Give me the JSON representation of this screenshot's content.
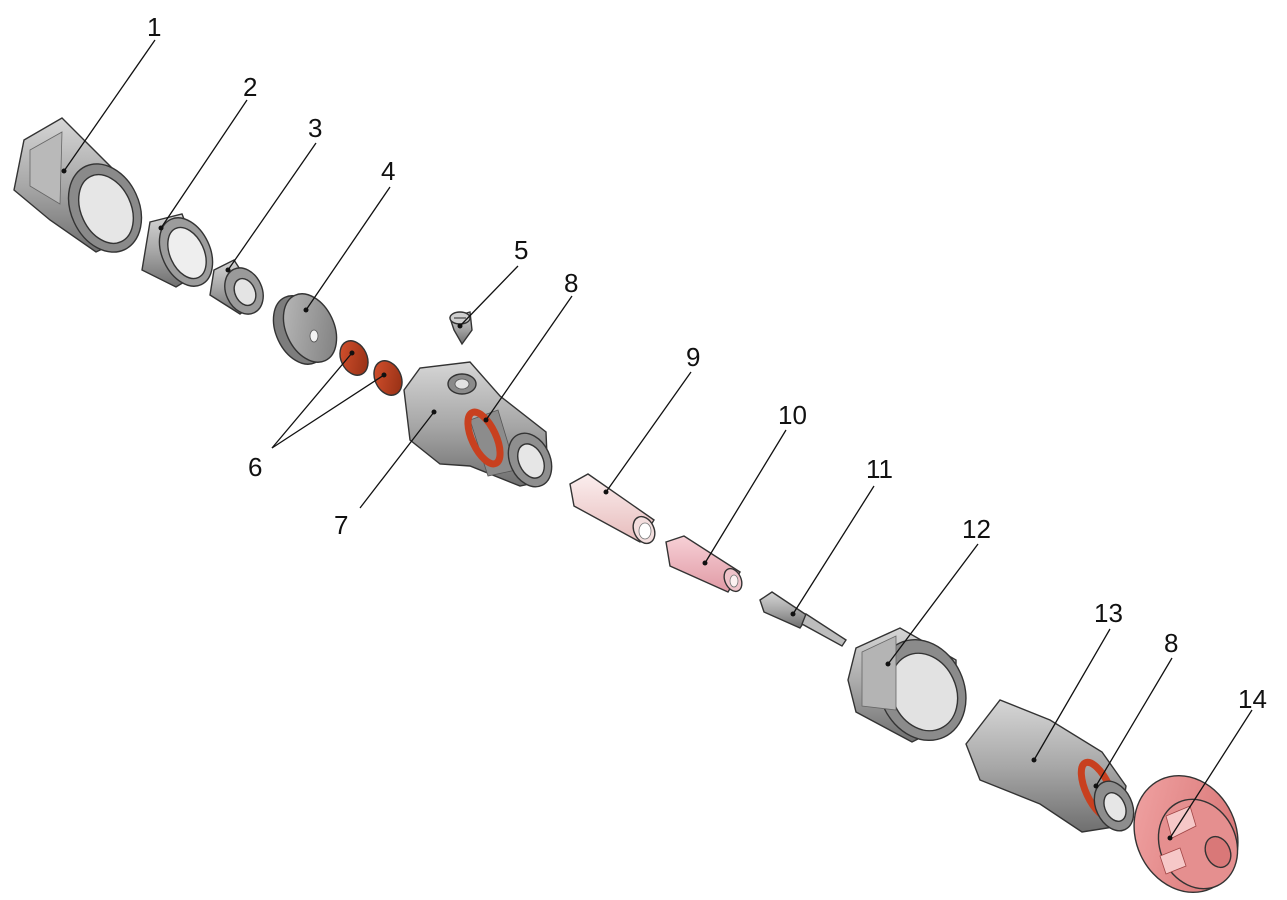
{
  "colors": {
    "metal_light": "#c9c9c9",
    "metal_mid": "#9b9b9b",
    "metal_dark": "#6e6e6e",
    "metal_edge": "#444444",
    "seal_red": "#c8401f",
    "seal_dark": "#8a2a12",
    "pink_light": "#f6dede",
    "pink_mid": "#e9b7bd",
    "cap_pink": "#e88a8a",
    "cap_dark": "#c45a5a",
    "outline": "#333333"
  },
  "callouts": [
    {
      "label": "1"
    },
    {
      "label": "2"
    },
    {
      "label": "3"
    },
    {
      "label": "4"
    },
    {
      "label": "5"
    },
    {
      "label": "8"
    },
    {
      "label": "6"
    },
    {
      "label": "7"
    },
    {
      "label": "9"
    },
    {
      "label": "10"
    },
    {
      "label": "11"
    },
    {
      "label": "12"
    },
    {
      "label": "13"
    },
    {
      "label": "8"
    },
    {
      "label": "14"
    }
  ]
}
